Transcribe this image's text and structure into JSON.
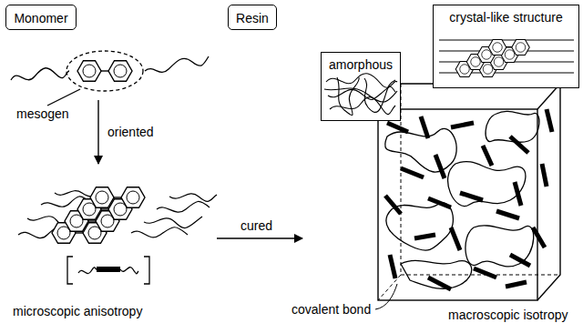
{
  "diagram": {
    "nodes": [
      {
        "text": [
          "Monomer"
        ]
      },
      {
        "text": [
          "Resin"
        ]
      },
      {
        "text": [
          "crystal-like structure"
        ]
      },
      {
        "text": [
          "amorphous"
        ]
      }
    ],
    "labels": [
      "mesogen",
      "oriented",
      "microscopic anisotropy",
      "cured",
      "covalent bond",
      "macroscopic isotropy"
    ]
  }
}
